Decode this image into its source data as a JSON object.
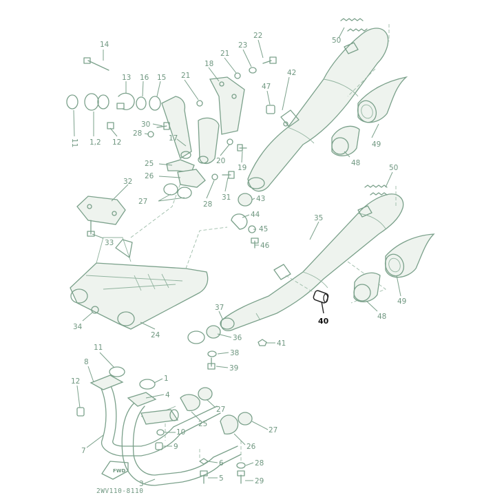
{
  "diagram": {
    "drawing_code": "2WV110-8110",
    "forward_marker": "FWD",
    "callouts": {
      "c14": "14",
      "c13": "13",
      "c16": "16",
      "c15": "15",
      "c21a": "21",
      "c18": "18",
      "c21b": "21",
      "c23": "23",
      "c22": "22",
      "c50a": "50",
      "c42": "42",
      "c47": "47",
      "c11a": "11",
      "c12a": "1,2",
      "c12b": "12",
      "c30": "30",
      "c28a": "28",
      "c17": "17",
      "c20": "20",
      "c19": "19",
      "c49a": "49",
      "c48a": "48",
      "c25a": "25",
      "c26a": "26",
      "c32": "32",
      "c28b": "28",
      "c31": "31",
      "c43": "43",
      "c27a": "27",
      "c50b": "50",
      "c44": "44",
      "c45": "45",
      "c46": "46",
      "c33": "33",
      "c35": "35",
      "c40": "40",
      "c49b": "49",
      "c48b": "48",
      "c34": "34",
      "c24": "24",
      "c37": "37",
      "c36": "36",
      "c41": "41",
      "c38": "38",
      "c39": "39",
      "c11b": "11",
      "c8": "8",
      "c12c": "12",
      "c1": "1",
      "c4": "4",
      "c27b": "27",
      "c25b": "25",
      "c27c": "27",
      "c10": "10",
      "c26b": "26",
      "c7": "7",
      "c9": "9",
      "c6": "6",
      "c28c": "28",
      "c5": "5",
      "c3": "3",
      "c29": "29"
    }
  }
}
